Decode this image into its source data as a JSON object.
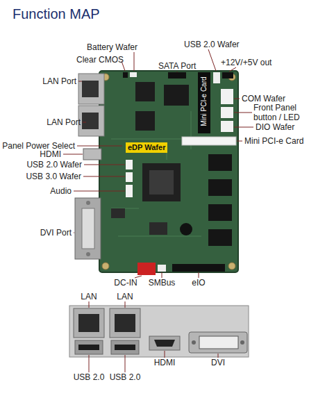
{
  "diagram": {
    "title": "Function MAP",
    "labels": [
      "Battery Wafer",
      "USB 2.0 Wafer",
      "Clear CMOS",
      "SATA Port",
      "+12V/+5V out",
      "LAN Port",
      "COM Wafer",
      "Front Panel button / LED",
      "Mini PCI-e Card",
      "LAN Port",
      "DIO Wafer",
      "Panel Power Select",
      "eDP Wafer",
      "Mini PCI-e Card",
      "HDMI",
      "USB 2.0 Wafer",
      "USB 3.0 Wafer",
      "Audio",
      "DVI Port",
      "DC-IN",
      "SMBus",
      "eIO",
      "LAN",
      "LAN",
      "HDMI",
      "DVI",
      "USB 2.0",
      "USB 2.0"
    ]
  }
}
